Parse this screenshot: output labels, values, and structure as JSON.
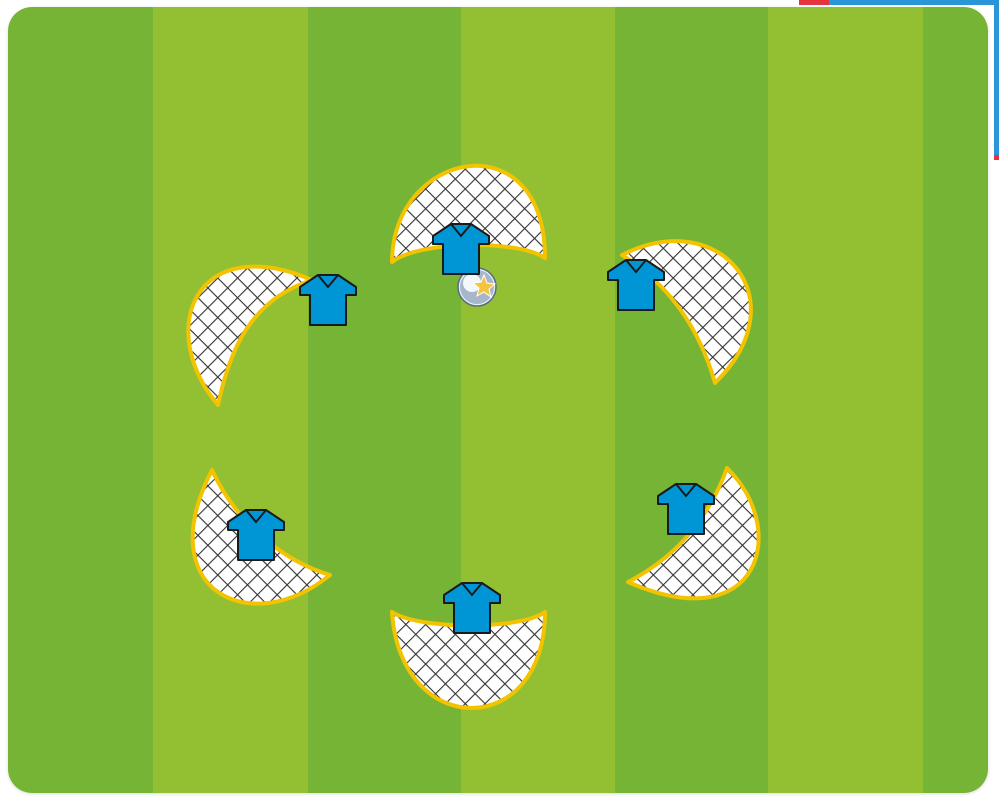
{
  "field": {
    "stripe_dark": "#76b435",
    "stripe_light": "#93c033"
  },
  "goals": [
    {
      "id": "goal-top"
    },
    {
      "id": "goal-top-right"
    },
    {
      "id": "goal-bottom-right"
    },
    {
      "id": "goal-bottom"
    },
    {
      "id": "goal-bottom-left"
    },
    {
      "id": "goal-top-left"
    }
  ],
  "players": [
    {
      "id": "player-top",
      "jersey_color": "#0096d6"
    },
    {
      "id": "player-top-right",
      "jersey_color": "#0096d6"
    },
    {
      "id": "player-right",
      "jersey_color": "#0096d6"
    },
    {
      "id": "player-bottom",
      "jersey_color": "#0096d6"
    },
    {
      "id": "player-bottom-left",
      "jersey_color": "#0096d6"
    },
    {
      "id": "player-top-left",
      "jersey_color": "#0096d6"
    }
  ],
  "ball": {
    "icon": "soccer-ball-icon"
  },
  "goal_net": {
    "outline_color": "#f4c300",
    "fill_color": "#ffffff",
    "mesh_color": "#333333"
  }
}
